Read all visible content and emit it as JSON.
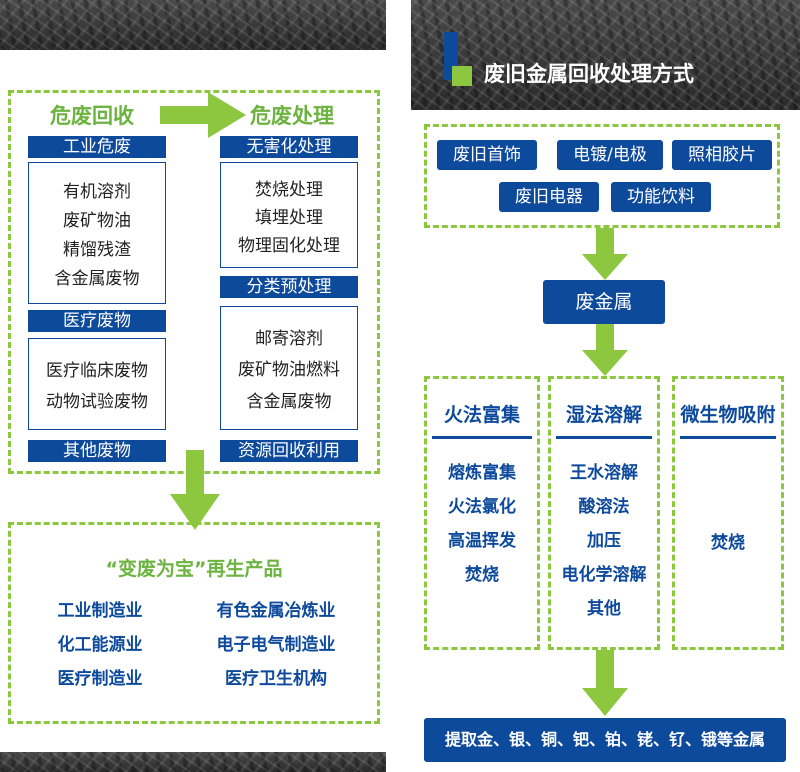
{
  "left": {
    "recycle": {
      "title": "危废回收",
      "industrial": {
        "header": "工业危废",
        "items": [
          "有机溶剂",
          "废矿物油",
          "精馏残渣",
          "含金属废物"
        ]
      },
      "medical": {
        "header": "医疗废物",
        "items": [
          "医疗临床废物",
          "动物试验废物"
        ]
      },
      "other": {
        "header": "其他废物"
      }
    },
    "treatment": {
      "title": "危废处理",
      "harmless": {
        "header": "无害化处理",
        "items": [
          "焚烧处理",
          "填埋处理",
          "物理固化处理"
        ]
      },
      "pretreat": {
        "header": "分类预处理",
        "items": [
          "邮寄溶剂",
          "废矿物油燃料",
          "含金属废物"
        ]
      },
      "reuse": {
        "header": "资源回收利用"
      }
    },
    "products": {
      "title": "“变废为宝”再生产品",
      "col1": [
        "工业制造业",
        "化工能源业",
        "医疗制造业"
      ],
      "col2": [
        "有色金属冶炼业",
        "电子电气制造业",
        "医疗卫生机构"
      ]
    }
  },
  "right": {
    "title": "废旧金属回收处理方式",
    "sources": [
      "废旧首饰",
      "电镀/电极",
      "照相胶片",
      "废旧电器",
      "功能饮料"
    ],
    "center": "废金属",
    "methods": [
      {
        "title": "火法富集",
        "items": [
          "熔炼富集",
          "火法氯化",
          "高温挥发",
          "焚烧"
        ]
      },
      {
        "title": "湿法溶解",
        "items": [
          "王水溶解",
          "酸溶法",
          "加压",
          "电化学溶解",
          "其他"
        ]
      },
      {
        "title": "微生物吸附",
        "items": [
          "焚烧"
        ]
      }
    ],
    "result": "提取金、银、铜、钯、铂、铑、钌、锇等金属"
  },
  "colors": {
    "blue": "#0e4a9c",
    "green": "#8dc63f",
    "green_text": "#6cb33f"
  }
}
